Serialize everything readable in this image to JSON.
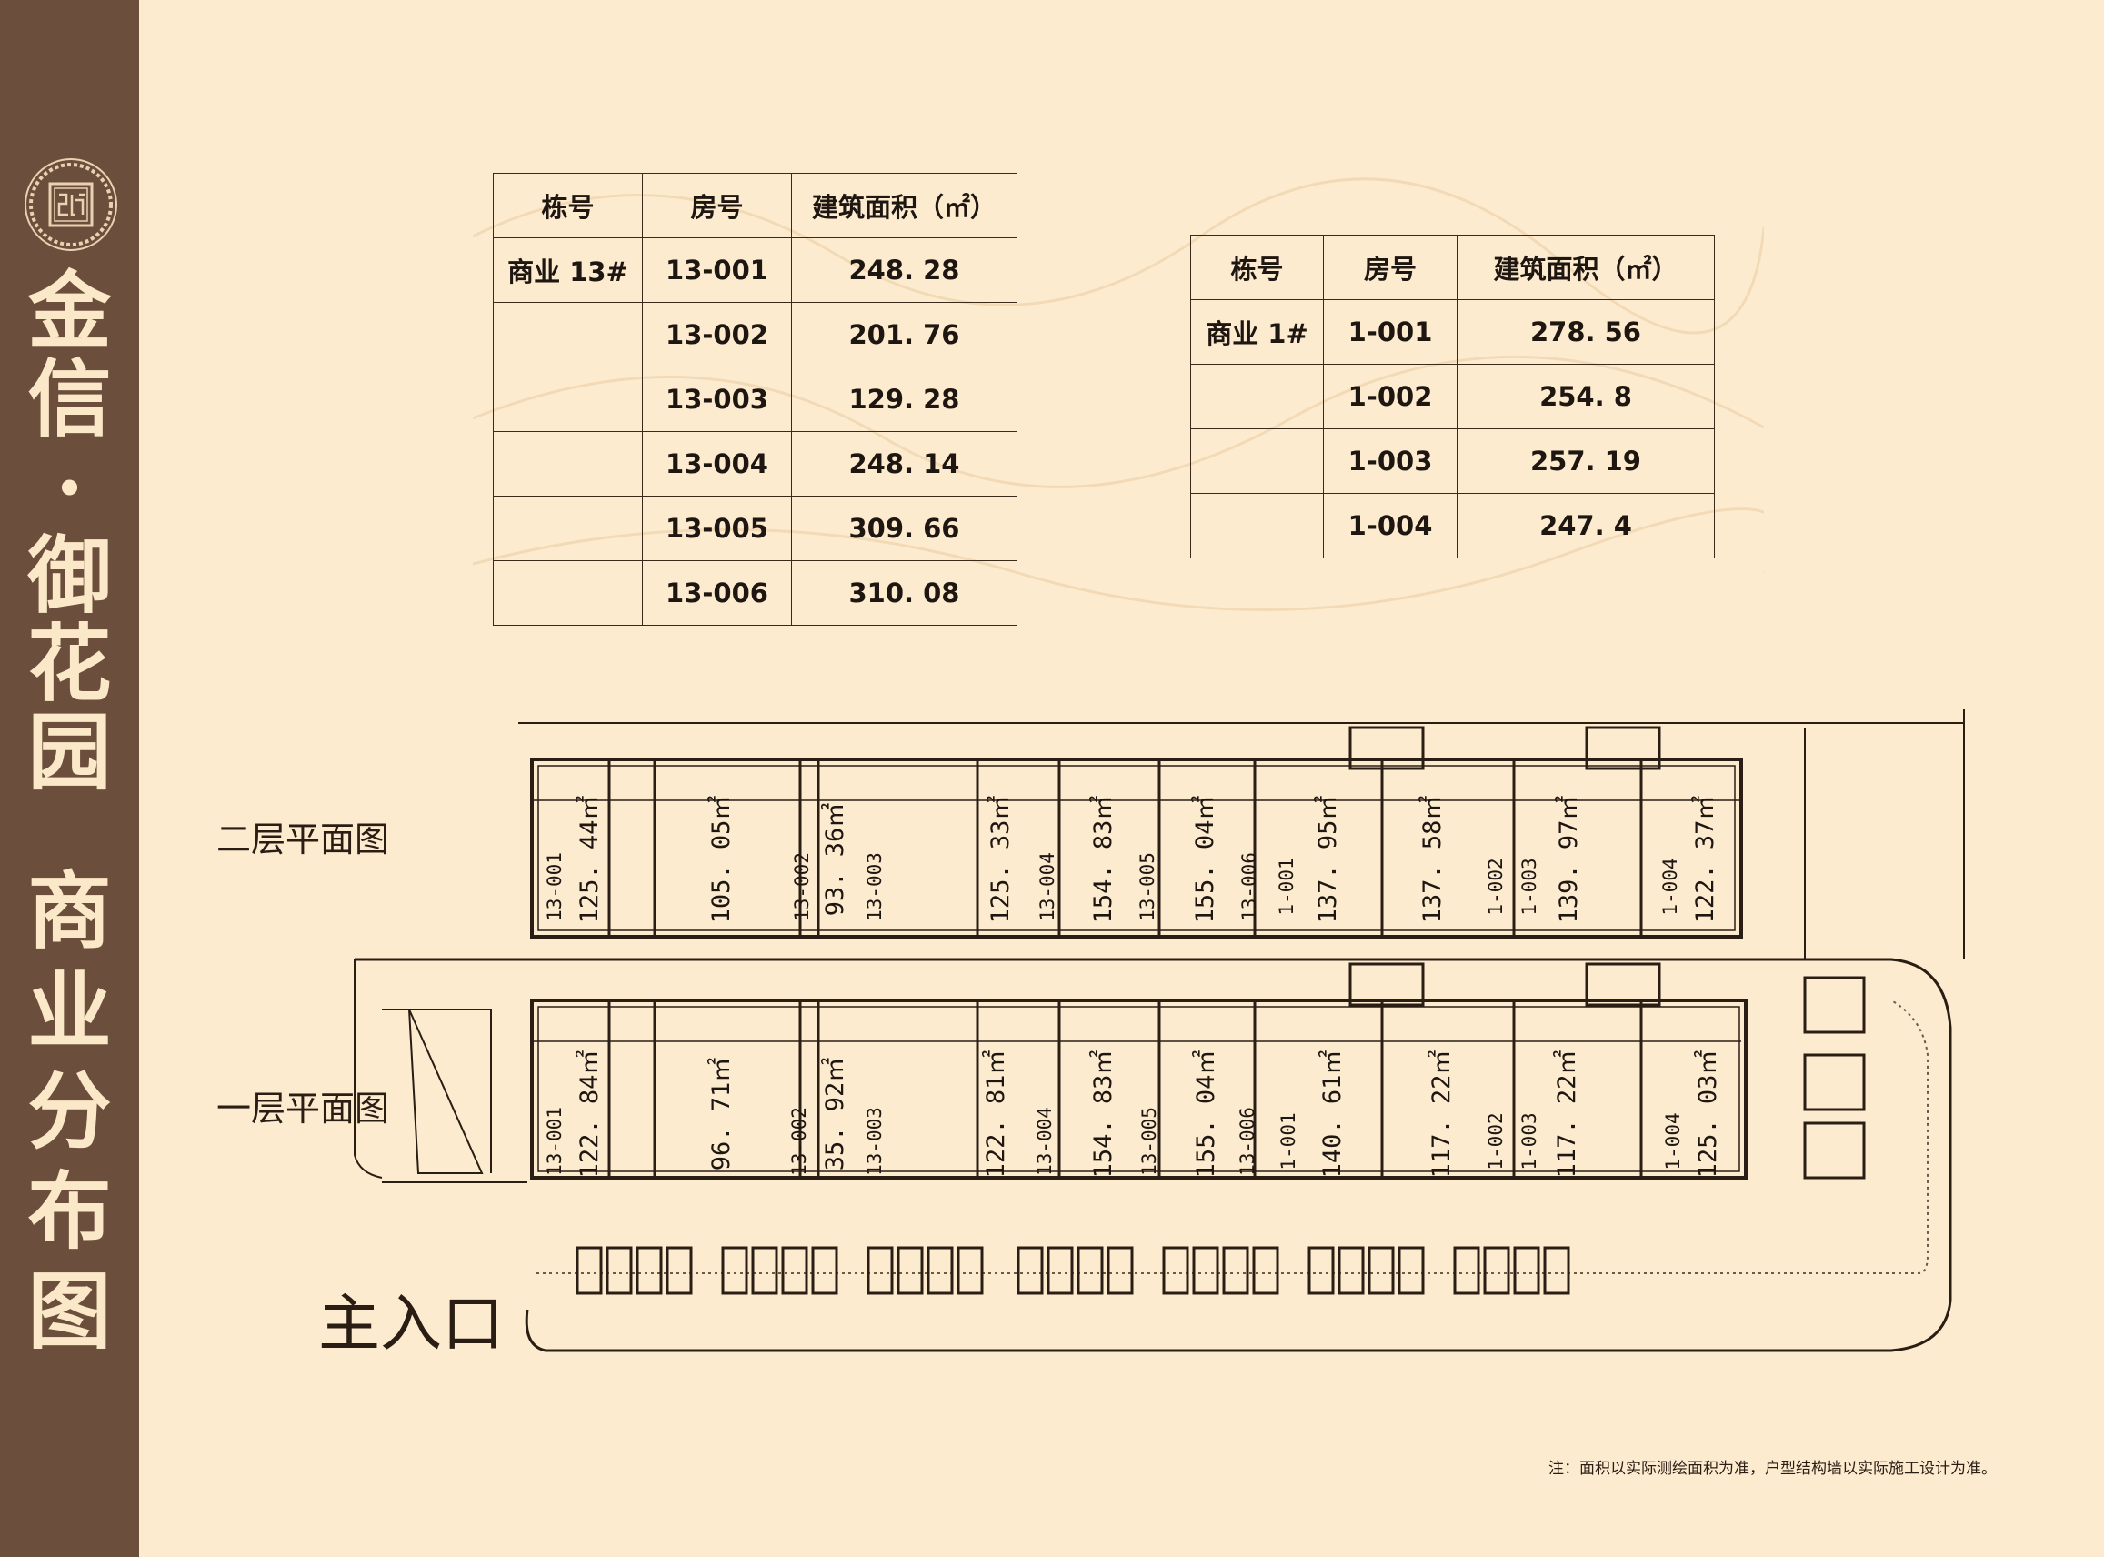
{
  "sidebar": {
    "logo_text": "御",
    "title_chars": [
      "金",
      "信",
      "·",
      "御",
      "花",
      "园"
    ],
    "subtitle_chars": [
      "商",
      "业",
      "分",
      "布",
      "图"
    ]
  },
  "tables": [
    {
      "headers": [
        "栋号",
        "房号",
        "建筑面积（㎡）"
      ],
      "rows": [
        [
          "商业 13#",
          "13-001",
          "248. 28"
        ],
        [
          "",
          "13-002",
          "201. 76"
        ],
        [
          "",
          "13-003",
          "129. 28"
        ],
        [
          "",
          "13-004",
          "248. 14"
        ],
        [
          "",
          "13-005",
          "309. 66"
        ],
        [
          "",
          "13-006",
          "310. 08"
        ]
      ]
    },
    {
      "headers": [
        "栋号",
        "房号",
        "建筑面积（㎡）"
      ],
      "rows": [
        [
          "商业 1#",
          "1-001",
          "278. 56"
        ],
        [
          "",
          "1-002",
          "254. 8"
        ],
        [
          "",
          "1-003",
          "257. 19"
        ],
        [
          "",
          "1-004",
          "247. 4"
        ]
      ]
    }
  ],
  "floor_labels": {
    "second": "二层平面图",
    "first": "一层平面图"
  },
  "entrance": "主入口",
  "second_floor_labels": [
    "13-001",
    "125. 44㎡",
    "105. 05㎡",
    "13-002",
    "93. 36㎡",
    "13-003",
    "125. 33㎡",
    "13-004",
    "154. 83㎡",
    "13-005",
    "155. 04㎡",
    "13-006",
    "1-001",
    "137. 95㎡",
    "137. 58㎡",
    "1-002",
    "1-003",
    "139. 97㎡",
    "1-004",
    "122. 37㎡"
  ],
  "first_floor_labels": [
    "13-001",
    "122. 84㎡",
    "96. 71㎡",
    "13-002",
    "35. 92㎡",
    "13-003",
    "122. 81㎡",
    "13-004",
    "154. 83㎡",
    "13-005",
    "155. 04㎡",
    "13-006",
    "1-001",
    "140. 61㎡",
    "117. 22㎡",
    "1-002",
    "1-003",
    "117. 22㎡",
    "1-004",
    "125. 03㎡"
  ],
  "note": "注：面积以实际测绘面积为准，户型结构墙以实际施工设计为准。",
  "colors": {
    "sidebar": "#6b4f3c",
    "background": "#fdebd0",
    "ink": "#1e1610",
    "sidebar_text": "#fbe8c8"
  }
}
